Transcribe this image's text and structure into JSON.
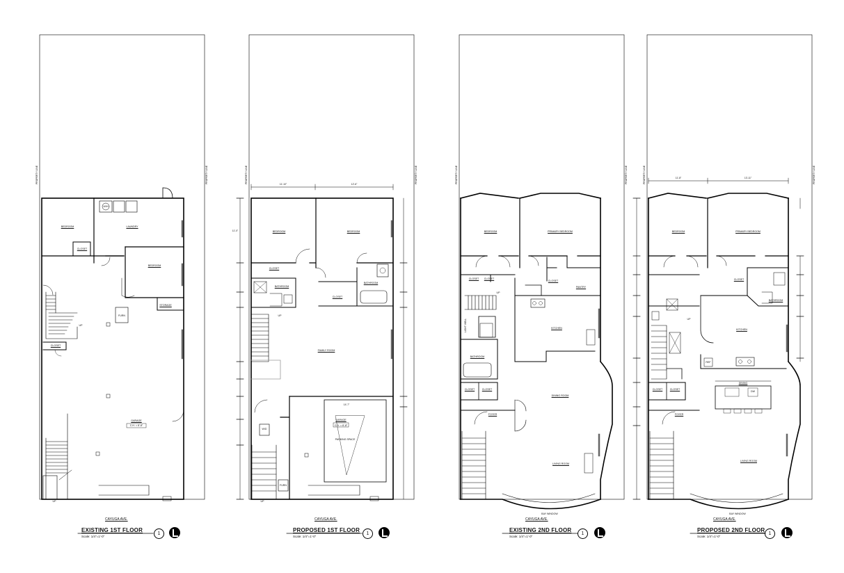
{
  "plans": [
    {
      "id": "existing-1st",
      "title": "EXISTING 1ST FLOOR",
      "scale": "Scale: 1/4\"=1'-0\"",
      "street": "CAYUGA AVE.",
      "sheet_number": "1",
      "lot_label": "PROPERTY LINE",
      "rooms": [
        "BEDROOM",
        "LAUNDRY",
        "BEDROOM",
        "STORAGE",
        "GARAGE",
        "CLOSET",
        "CLOSET"
      ],
      "notes": [
        "FURN",
        "C.H. = 8'-8\"",
        "W/H",
        "UP",
        "UP"
      ]
    },
    {
      "id": "proposed-1st",
      "title": "PROPOSED 1ST FLOOR",
      "scale": "Scale: 1/4\"=1'-0\"",
      "street": "CAYUGA AVE.",
      "sheet_number": "1",
      "lot_label": "PROPERTY LINE",
      "rooms": [
        "BEDROOM",
        "BEDROOM",
        "CLOSET",
        "BATHROOM",
        "CLOSET",
        "BATHROOM",
        "FAMILY ROOM",
        "GARAGE"
      ],
      "notes": [
        "PARKING SPACE",
        "C.H. = 8'-8\"",
        "FURN",
        "W/D",
        "UP",
        "UP"
      ],
      "dims": [
        "11'-10\"",
        "12'-6\"",
        "11'-0\"",
        "14'-7\""
      ]
    },
    {
      "id": "existing-2nd",
      "title": "EXISTING 2ND FLOOR",
      "scale": "Scale: 1/4\"=1'-0\"",
      "street": "CAYUGA AVE.",
      "sheet_number": "1",
      "lot_label": "PROPERTY LINE",
      "rooms": [
        "BEDROOM",
        "PRIMARY BEDROOM",
        "CLOSET",
        "CLOSET",
        "CLOSET",
        "PANTRY",
        "KITCHEN",
        "BATHROOM",
        "CLOSET",
        "CLOSET",
        "FOYER",
        "DINING ROOM",
        "LIVING ROOM"
      ],
      "notes": [
        "LIGHT WELL",
        "UP",
        "BAY WINDOW"
      ]
    },
    {
      "id": "proposed-2nd",
      "title": "PROPOSED 2ND FLOOR",
      "scale": "Scale: 1/4\"=1'-0\"",
      "street": "CAYUGA AVE.",
      "sheet_number": "1",
      "lot_label": "PROPERTY LINE",
      "rooms": [
        "BEDROOM",
        "PRIMARY BEDROOM",
        "CLOSET",
        "BATHROOM",
        "KITCHEN",
        "DINING",
        "FOYER",
        "CLOSET",
        "CLOSET",
        "LIVING ROOM"
      ],
      "notes": [
        "DW",
        "REF",
        "UP",
        "BAY WINDOW"
      ],
      "dims": [
        "11'-8\"",
        "13'-11\""
      ]
    }
  ]
}
